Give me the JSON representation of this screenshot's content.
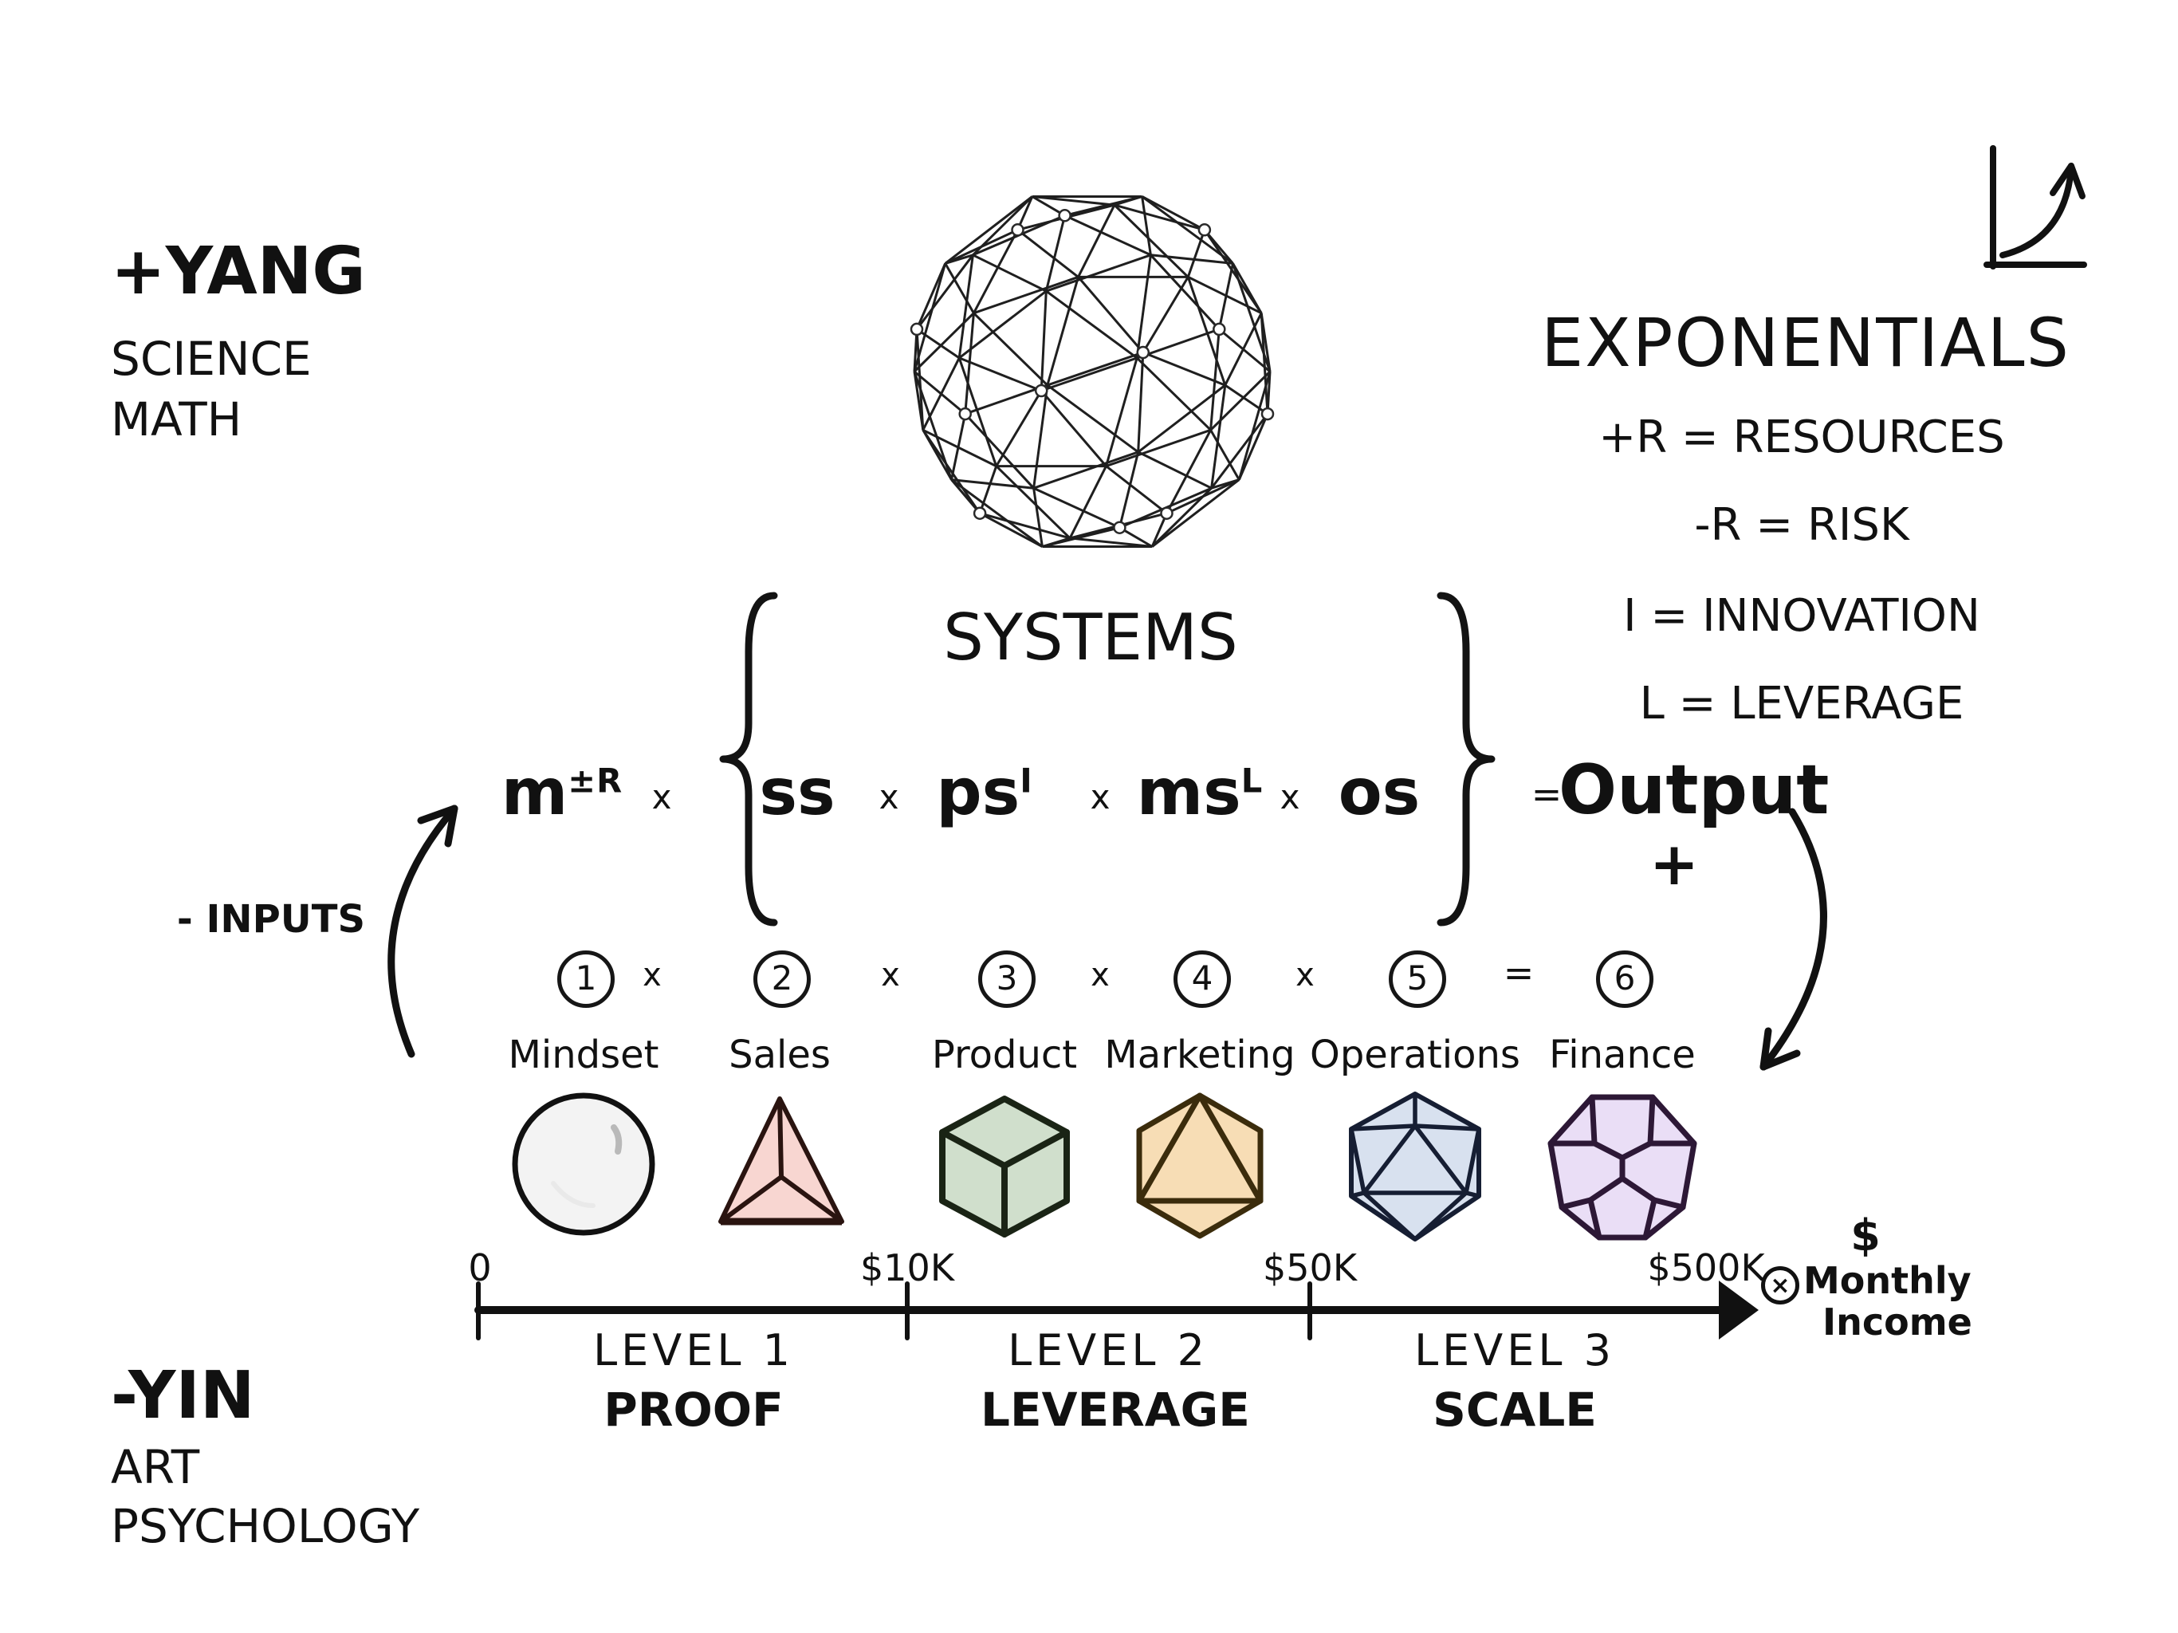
{
  "yang": {
    "title": "+YANG",
    "line1": "SCIENCE",
    "line2": "MATH"
  },
  "yin": {
    "title": "-YIN",
    "line1": "ART",
    "line2": "PSYCHOLOGY"
  },
  "exponentials": {
    "title": "EXPONENTIALS",
    "items": [
      "+R = RESOURCES",
      "-R = RISK",
      "I = INNOVATION",
      "L = LEVERAGE"
    ]
  },
  "systems": {
    "title": "SYSTEMS"
  },
  "inputs": {
    "label": "- INPUTS"
  },
  "formula": {
    "m_base": "m",
    "m_sup": "±R",
    "times": "x",
    "ss": "ss",
    "ps": "ps",
    "ps_sup": "I",
    "ms": "ms",
    "ms_sup": "L",
    "os": "os",
    "equals": "=",
    "output": "Output",
    "plus": "+"
  },
  "steps": [
    {
      "num": "1",
      "label": "Mindset",
      "shape": "sphere",
      "fill": "#f3f3f3",
      "stroke": "#111111"
    },
    {
      "num": "2",
      "label": "Sales",
      "shape": "tetrahedron",
      "fill": "#f8d6d1",
      "stroke": "#2a1410"
    },
    {
      "num": "3",
      "label": "Product",
      "shape": "cube",
      "fill": "#d0dfcc",
      "stroke": "#1a2415"
    },
    {
      "num": "4",
      "label": "Marketing",
      "shape": "octahedron",
      "fill": "#f7ddb5",
      "stroke": "#3b2c0c"
    },
    {
      "num": "5",
      "label": "Operations",
      "shape": "icosahedron",
      "fill": "#d8e1ef",
      "stroke": "#161e33"
    },
    {
      "num": "6",
      "label": "Finance",
      "shape": "dodecahedron",
      "fill": "#eadef6",
      "stroke": "#2d1836"
    }
  ],
  "step_operators": [
    "x",
    "x",
    "x",
    "x",
    "="
  ],
  "axis": {
    "ticks": [
      "0",
      "$10K",
      "$50K",
      "$500K"
    ],
    "income": {
      "multiply_symbol": "×",
      "currency": "$",
      "line1": "Monthly",
      "line2": "Income"
    }
  },
  "levels": [
    {
      "label": "LEVEL 1",
      "name": "PROOF"
    },
    {
      "label": "LEVEL 2",
      "name": "LEVERAGE"
    },
    {
      "label": "LEVEL 3",
      "name": "SCALE"
    }
  ]
}
